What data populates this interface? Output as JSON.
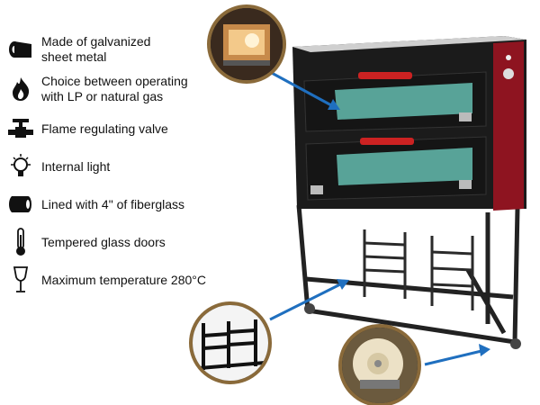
{
  "features": [
    {
      "icon": "sheet-metal-roll-icon",
      "text": "Made of galvanized\nsheet metal"
    },
    {
      "icon": "gas-flame-icon",
      "text": "Choice between operating\nwith LP or natural gas"
    },
    {
      "icon": "valve-icon",
      "text": "Flame regulating valve"
    },
    {
      "icon": "light-bulb-icon",
      "text": "Internal light"
    },
    {
      "icon": "insulation-roll-icon",
      "text": "Lined with 4\" of fiberglass"
    },
    {
      "icon": "thermometer-icon",
      "text": "Tempered glass doors"
    },
    {
      "icon": "wine-glass-icon",
      "text": "Maximum temperature 280°C"
    }
  ],
  "colors": {
    "oven_body": "#1b1b1b",
    "oven_side_panel": "#8e1420",
    "door_glass": "#5fb3a6",
    "arrow": "#1f6fbf",
    "circle_border": "#8a6a3a"
  },
  "product": {
    "type": "double-deck pizza oven on wheeled stand",
    "callouts": [
      "interior-light-closeup",
      "tray-rack-closeup",
      "caster-wheel-closeup"
    ]
  }
}
